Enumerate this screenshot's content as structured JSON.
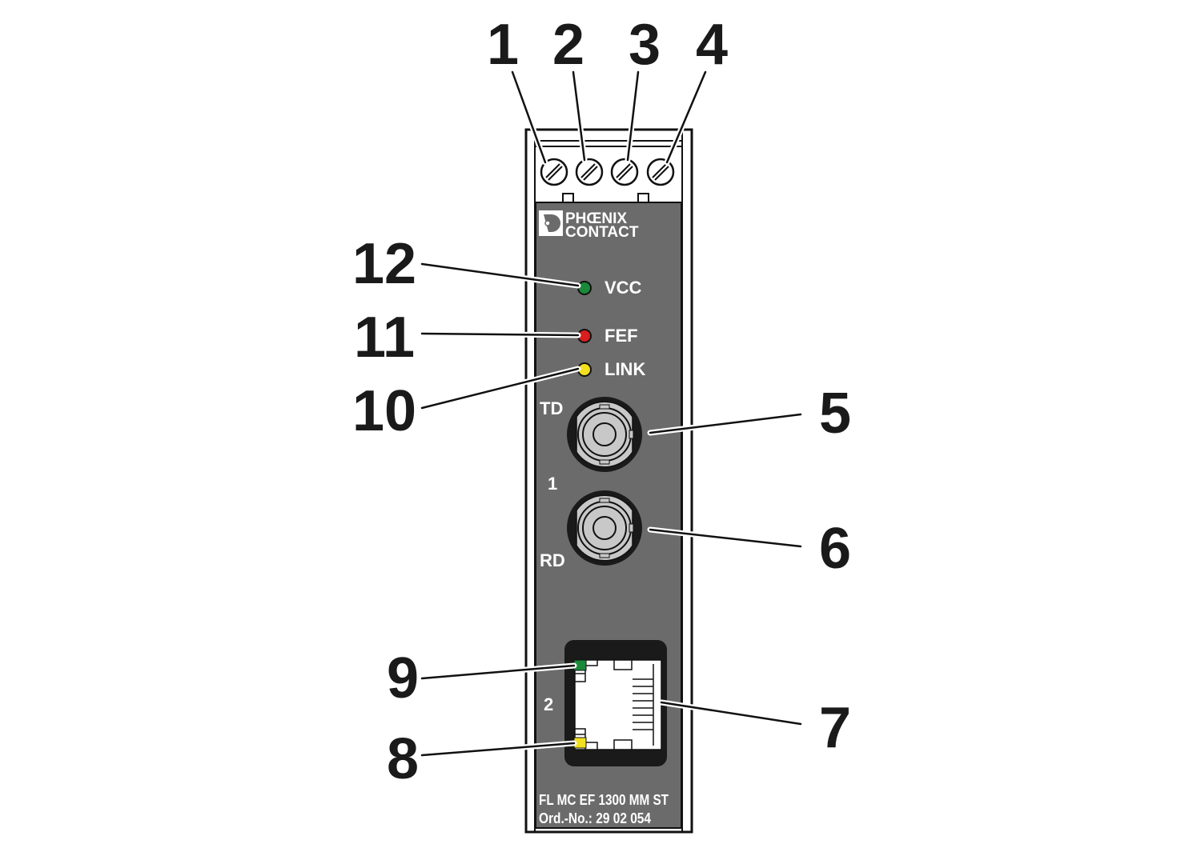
{
  "callouts": [
    "1",
    "2",
    "3",
    "4",
    "5",
    "6",
    "7",
    "8",
    "9",
    "10",
    "11",
    "12"
  ],
  "logo": {
    "line1": "PHŒNIX",
    "line2": "CONTACT"
  },
  "leds": [
    {
      "label": "VCC",
      "color": "#1a8a3a"
    },
    {
      "label": "FEF",
      "color": "#d81e1e"
    },
    {
      "label": "LINK",
      "color": "#f2e020"
    }
  ],
  "ports": {
    "fiber_port_number": "1",
    "td_label": "TD",
    "rd_label": "RD",
    "rj45_port_number": "2",
    "rj45_led_top_color": "#1a8a3a",
    "rj45_led_bottom_color": "#f2e020"
  },
  "device": {
    "model": "FL MC EF 1300 MM ST",
    "order_no": "Ord.-No.: 29 02 054",
    "panel_color": "#6b6b6b"
  }
}
